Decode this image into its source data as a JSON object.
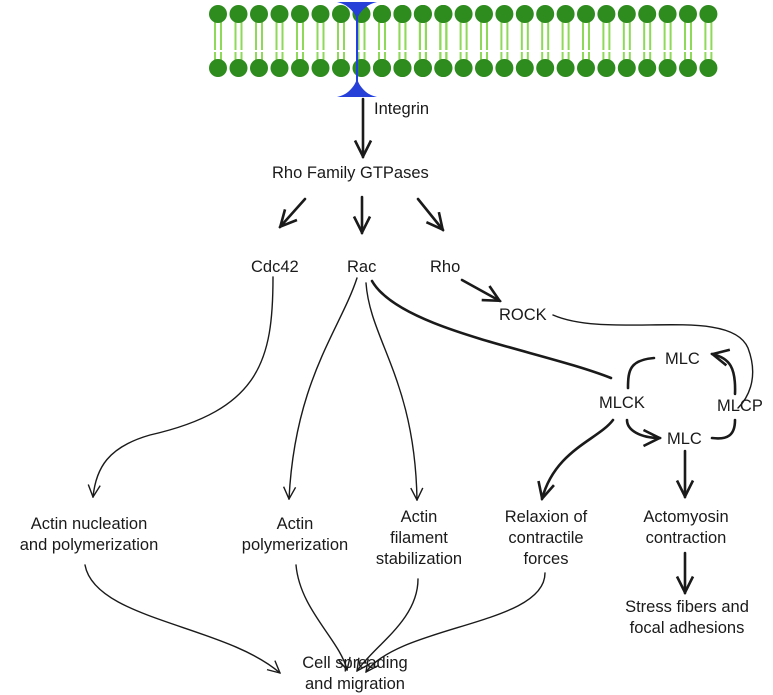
{
  "labels": {
    "integrin": "Integrin",
    "rho_family_gtpases": "Rho Family GTPases",
    "cdc42": "Cdc42",
    "rac": "Rac",
    "rho": "Rho",
    "rock": "ROCK",
    "mlc_upper": "MLC",
    "mlck": "MLCK",
    "mlcp": "MLCP",
    "mlc_lower": "MLC",
    "actin_nucleation": [
      "Actin nucleation",
      "and polymerization"
    ],
    "actin_polymerization": [
      "Actin",
      "polymerization"
    ],
    "actin_filament_stabilization": [
      "Actin",
      "filament",
      "stabilization"
    ],
    "relaxion_of_contractile_forces": [
      "Relaxion of",
      "contractile",
      "forces"
    ],
    "actomyosin_contraction": [
      "Actomyosin",
      "contraction"
    ],
    "stress_fibers_and_focal_adhesions": [
      "Stress fibers and",
      "focal adhesions"
    ],
    "cell_spreading_and_migration": [
      "Cell spreading",
      "and migration"
    ]
  },
  "colors": {
    "membrane_head": "#2e8b1e",
    "membrane_tail": "#8ed957",
    "integrin": "#1f3fe8",
    "line": "#1a1a1a"
  },
  "icons": {
    "membrane": "lipid-bilayer",
    "receptor": "integrin-receptor"
  }
}
